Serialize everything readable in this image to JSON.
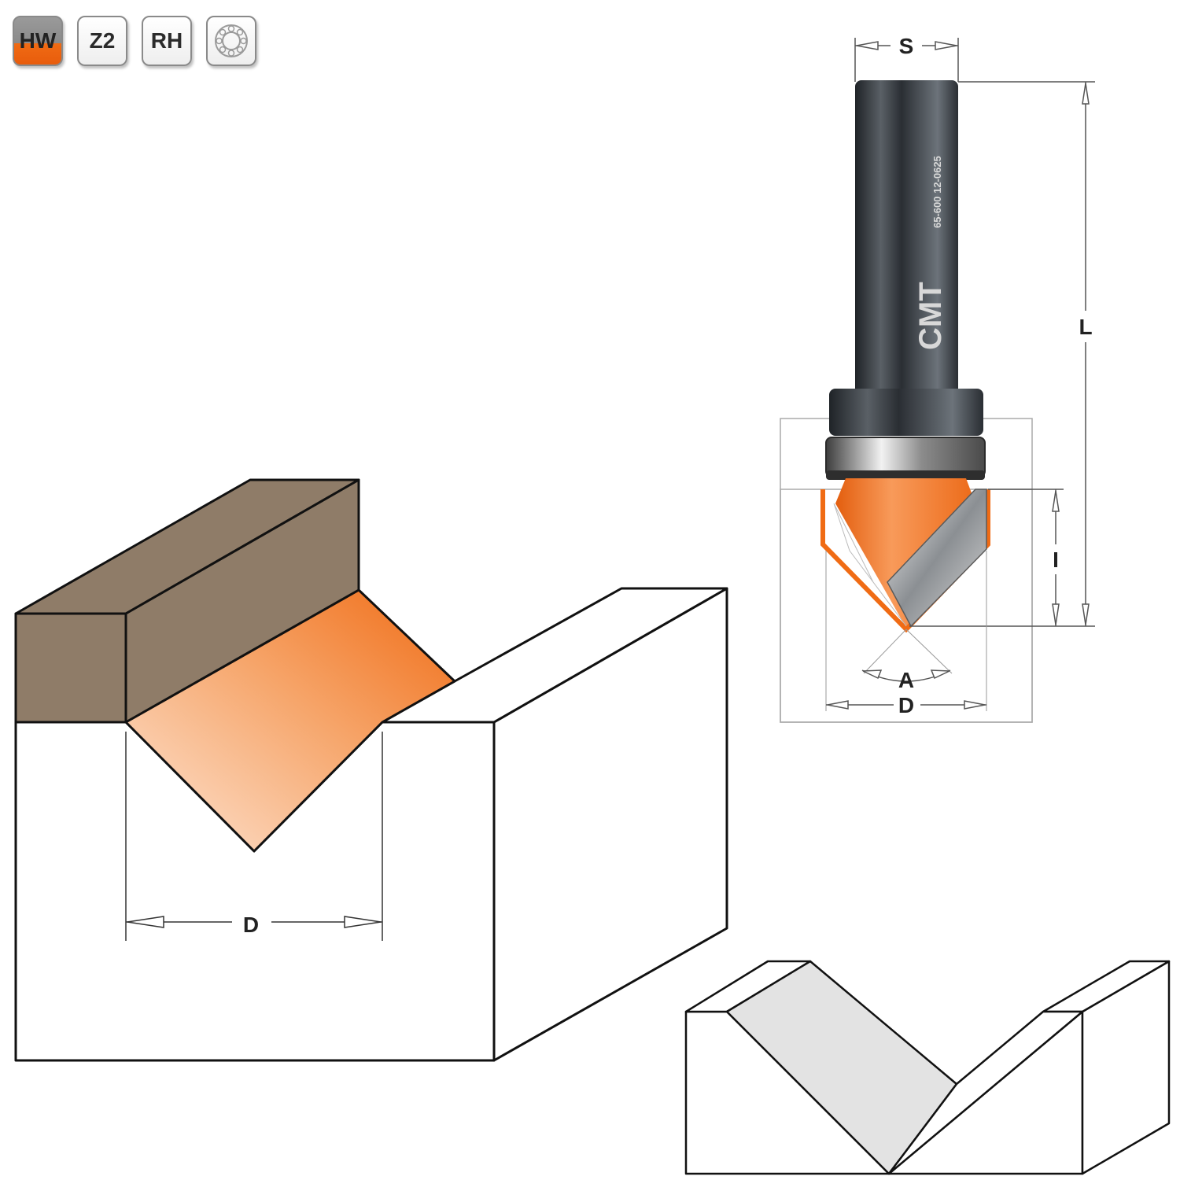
{
  "badges": {
    "hw": "HW",
    "teeth": "Z2",
    "rotation": "RH",
    "bearing_icon": "bearing-icon"
  },
  "dimensions": {
    "shank": "S",
    "total_length": "L",
    "cutting_length": "I",
    "angle": "A",
    "diameter_tool": "D",
    "diameter_groove": "D"
  },
  "colors": {
    "accent": "#f06b14",
    "wood": "#8f7c68",
    "shank": "#3a3f44"
  }
}
